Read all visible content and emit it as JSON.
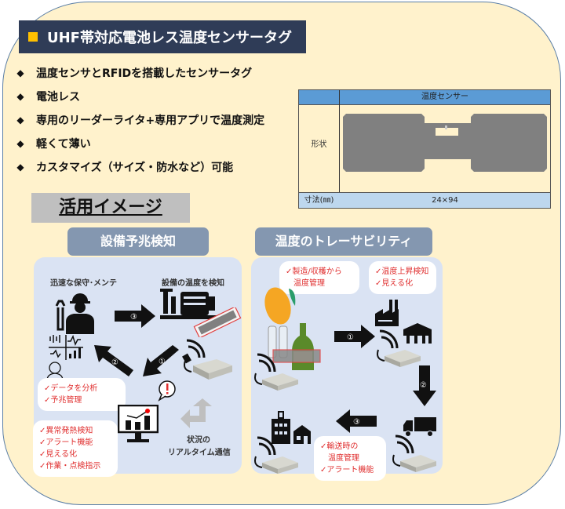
{
  "title": "UHF帯対応電池レス温度センサータグ",
  "features": [
    "温度センサとRFIDを搭載したセンサータグ",
    "電池レス",
    "専用のリーダーライタ+専用アプリで温度測定",
    "軽くて薄い",
    "カスタマイズ（サイズ・防水など）可能"
  ],
  "spec_table": {
    "header": "温度センサー",
    "shape_label": "形状",
    "size_label": "寸法(㎜)",
    "size_value": "24×94"
  },
  "usage_title": "活用イメージ",
  "predictive": {
    "label": "設備予兆検知",
    "maintenance": "迅速な保守･メンテ",
    "detect": "設備の温度を検知",
    "steps": [
      "①",
      "②",
      "③"
    ],
    "bubble_analysis": [
      "✓データを分析",
      "✓予兆管理"
    ],
    "bubble_alert": [
      "✓異常発熱検知",
      "✓アラート機能",
      "✓見える化",
      "✓作業・点検指示"
    ],
    "realtime": [
      "状況の",
      "リアルタイム通信"
    ]
  },
  "traceability": {
    "label": "温度のトレーサビリティ",
    "steps": [
      "①",
      "②",
      "③"
    ],
    "bubble_origin": [
      "✓製造/収穫から",
      "温度管理"
    ],
    "bubble_factory": [
      "✓温度上昇検知",
      "✓見える化"
    ],
    "bubble_transport": [
      "✓輸送時の",
      "温度管理",
      "✓アラート機能"
    ]
  },
  "colors": {
    "frame_bg": "#fff2cc",
    "title_bg": "#2f3c57",
    "accent": "#ffc000",
    "section_label": "#8497b0",
    "panel": "#dae3f3",
    "alert_text": "#e03030",
    "table_header": "#5b9bd5",
    "table_footer": "#bdd7ee"
  }
}
